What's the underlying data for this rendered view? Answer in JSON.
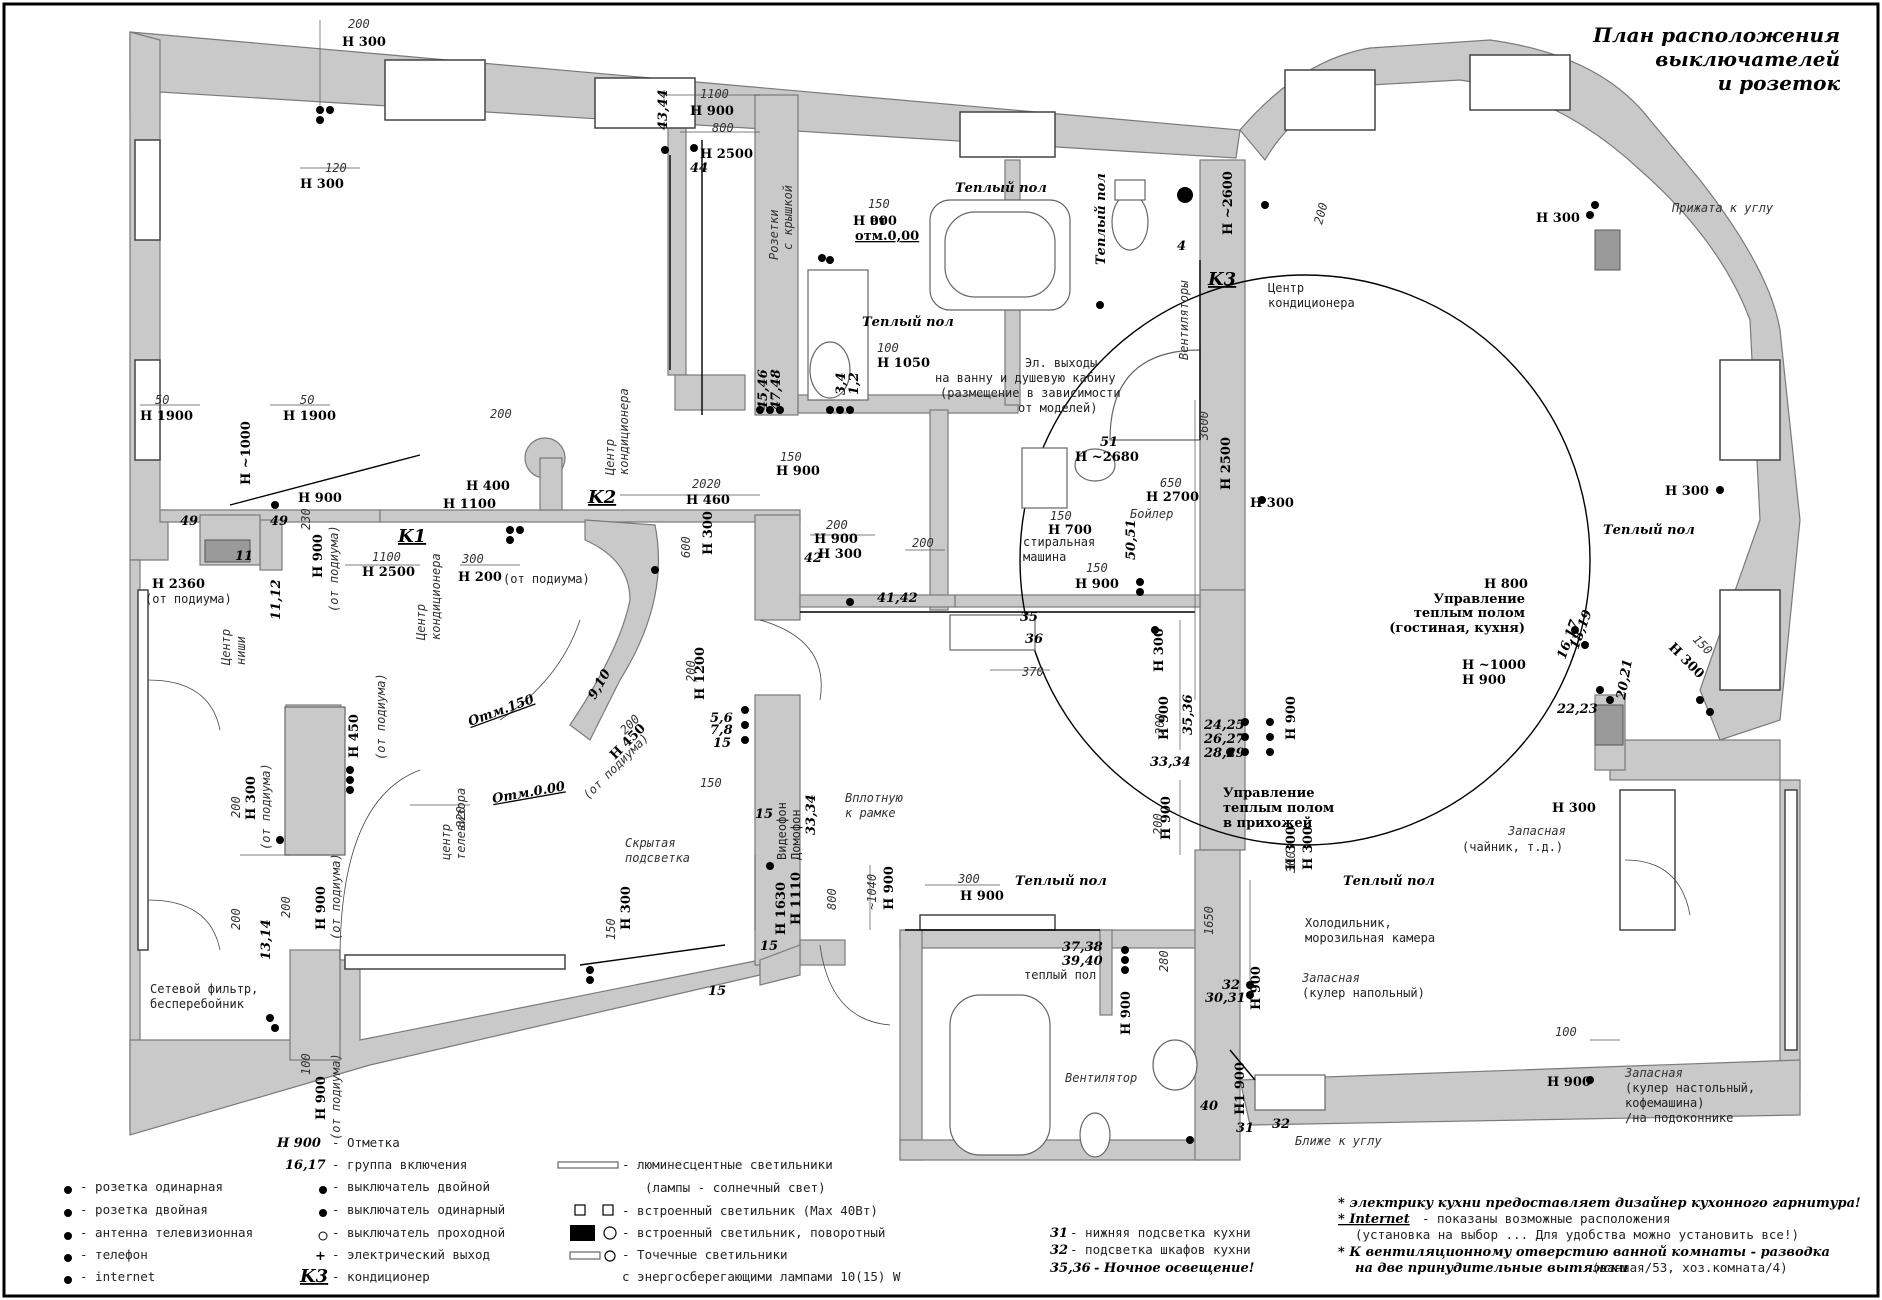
{
  "title": [
    "План расположения",
    "выключателей",
    "и розеток"
  ],
  "keys": {
    "k1": "K1",
    "k2": "K2",
    "k3": "K3"
  },
  "rooms": {
    "warm_floor_bath": "Теплый пол",
    "warm_floor_side": "Теплый пол",
    "warm_floor_small": "Теплый пол",
    "warm_floor_living": "Теплый пол",
    "warm_floor_wc": "Теплый пол",
    "warm_floor_kitchen": "Теплый пол"
  },
  "heights": {
    "h300_top": "H 300",
    "h300_topb": "H 300",
    "h900_top": "H 900",
    "h2500_top": "H 2500",
    "h1900_l": "H 1900",
    "h1900_r": "H 1900",
    "h1000": "H ~1000",
    "h900_l": "H 900",
    "h400": "H 400",
    "h1100": "H 1100",
    "h460": "H 460",
    "h2360": "H 2360",
    "h2500_k1": "H 2500",
    "h200": "H 200",
    "h900_wall": "H 900",
    "h300_c": "H 300",
    "h900_bath": "H 900",
    "h1050": "H 1050",
    "h2600": "H ~2600",
    "h900_mid": "H 900",
    "h2680": "H ~2680",
    "h2700": "H 2700",
    "h700": "H 700",
    "h900_wash": "H 900",
    "h300_c2": "H 300",
    "h900_c3": "H 900",
    "h300_col": "H 300",
    "h2500_col": "H 2500",
    "h300_col2": "H 300",
    "h1200": "H 1200",
    "h450": "H 450",
    "h450b": "H 450",
    "h300_tv": "H 300",
    "h900_bl": "H 900",
    "h900_bl2": "H 900",
    "h300_bot": "H 300",
    "h1630": "H 1630",
    "h1110": "H 1110",
    "h900_door": "H 900",
    "h900_hall": "H 900",
    "h900_hall2": "H 900",
    "h900_c4": "H 900",
    "h900_c5": "H 900",
    "h300_hall": "H 300",
    "h900_wc": "H 900",
    "h900_fr": "H 900",
    "h1900_wc": "H1 900",
    "h300_k1": "H 300",
    "h300_k2": "H 300",
    "h800_k": "H 800",
    "h1000_k": "H ~1000",
    "h900_k": "H 900",
    "h300_k3": "H 300",
    "h300_k4": "H 300",
    "h900_k5": "H 900",
    "h300_fr": "H 300"
  },
  "dims": {
    "d200a": "200",
    "d120": "120",
    "d1100": "1100",
    "d800": "800",
    "d150a": "150",
    "d100a": "100",
    "d50a": "50",
    "d50b": "50",
    "d200b": "200",
    "d2020": "2020",
    "d230": "230",
    "d1100b": "1100",
    "d300a": "300",
    "d600": "600",
    "d200c": "200",
    "d200d": "200",
    "d150b": "150",
    "d150c": "150",
    "d650": "650",
    "d150d": "150",
    "d370": "370",
    "d200e": "200",
    "d3600": "3600",
    "d200f": "200",
    "d200g": "200",
    "d200h": "200",
    "d200i": "200",
    "d150e": "150",
    "d820": "820",
    "d200j": "200",
    "d150f": "150",
    "d800b": "800",
    "d1040": "~1040",
    "d300b": "300",
    "d200k": "200",
    "d1650": "1650",
    "d280": "280",
    "d300c": "300",
    "d100b": "100",
    "d150g": "150",
    "d200l": "200",
    "d100c": "100"
  },
  "circuits": {
    "c4344": "43,44",
    "c44": "44",
    "c4546": "45,46",
    "c4748": "47,48",
    "c34": "3,4",
    "c12": "1,2",
    "c4": "4",
    "c49a": "49",
    "c49b": "49",
    "c11": "11",
    "c1112": "11,12",
    "c42": "42",
    "c4142": "41,42",
    "c51": "51",
    "c5051": "50,51",
    "c35": "35",
    "c36": "36",
    "c910": "9,10",
    "c56": "5,6",
    "c78": "7,8",
    "c15a": "15",
    "c15b": "15",
    "c15c": "15",
    "c15d": "15",
    "c3334a": "33,34",
    "c3536": "35,36",
    "c2425": "24,25",
    "c2627": "26,27",
    "c2829": "28,29",
    "c3334b": "33,34",
    "c1314": "13,14",
    "c3738": "37,38",
    "c3940": "39,40",
    "c32": "32",
    "c3031": "30,31",
    "c40": "40",
    "c31": "31",
    "c32b": "32",
    "c1819": "18,19",
    "c1617": "16,17",
    "c2021": "20,21",
    "c2223": "22,23"
  },
  "notes": {
    "otm0": "отм.0,00",
    "ot": "от",
    "sockets_lid": [
      "Розетки",
      "с крышкой"
    ],
    "el_outputs": [
      "Эл. выходы",
      "на ванну и душевую кабину",
      "(размещение в зависимости",
      "от моделей)"
    ],
    "ventilators": "Вентиляторы",
    "ac_center": [
      "Центр",
      "кондиционера"
    ],
    "ac_center2": [
      "Центр",
      "кондиционера"
    ],
    "ac_center3": [
      "Центр",
      "кондиционера"
    ],
    "pressed_corner": "Прижата к углу",
    "boiler": "Бойлер",
    "wash_machine": [
      "стиральная",
      "машина"
    ],
    "from_podium1": "(от подиума)",
    "from_podium2": "(от подиума)",
    "from_podium3": "(от подиума)",
    "from_podium4": "(от подиума)",
    "from_podium5": "(от подиума)",
    "from_podium6": "(от подиума)",
    "from_podium7": "(от подиума)",
    "from_podium8": "(от подиума)",
    "niche_center": [
      "Центр",
      "ниши"
    ],
    "tv_center": [
      "центр",
      "телевизора"
    ],
    "otm150": "Отм.150",
    "otm000": "Отм.0.00",
    "hidden_light": [
      "Скрытая",
      "подсветка"
    ],
    "close_frame": [
      "Вплотную",
      "к рамке"
    ],
    "videophone": "Видеофон",
    "intercom": "Домофон",
    "floor_ctrl_hall": [
      "Управление",
      "теплым полом",
      "в прихожей"
    ],
    "floor_ctrl_living": [
      "Управление",
      "теплым полом",
      "(гостиная, кухня)"
    ],
    "fridge": [
      "Холодильник,",
      "морозильная камера"
    ],
    "spare_cooler": [
      "Запасная",
      "(кулер напольный)"
    ],
    "spare_kettle": [
      "Запасная",
      "(чайник, т.д.)"
    ],
    "spare_machine": [
      "Запасная",
      "(кулер настольный,",
      "кофемашина)",
      "/на подоконнике"
    ],
    "net_filter": [
      "Сетевой фильтр,",
      "бесперебойник"
    ],
    "warm_floor_low": "теплый пол",
    "fan": "Вентилятор",
    "closer_corner": "Ближе к углу"
  },
  "legend": {
    "left": [
      {
        "sym": "socket-single",
        "text": "- розетка одинарная"
      },
      {
        "sym": "socket-double",
        "text": "- розетка двойная"
      },
      {
        "sym": "antenna",
        "text": "- антенна телевизионная"
      },
      {
        "sym": "phone",
        "text": "- телефон"
      },
      {
        "sym": "internet",
        "text": "- internet"
      }
    ],
    "mid": [
      {
        "key": "H 900",
        "text": "- Отметка"
      },
      {
        "key": "16,17",
        "text": "- группа включения"
      },
      {
        "key": "",
        "text": "- выключатель двойной"
      },
      {
        "key": "",
        "text": "- выключатель одинарный"
      },
      {
        "key": "",
        "text": "- выключатель проходной"
      },
      {
        "key": "+",
        "text": "- электрический выход"
      },
      {
        "key": "K3",
        "text": "- кондиционер"
      }
    ],
    "right": [
      "- люминесцентные светильники",
      "(лампы - солнечный свет)",
      "- встроенный светильник (Max 40Вт)",
      "- встроенный светильник, поворотный",
      "- Точечные светильники",
      "с энергосберегающими лампами 10(15) W"
    ],
    "kitchen": [
      {
        "key": "31",
        "text": "- нижняя подсветка кухни"
      },
      {
        "key": "32",
        "text": "- подсветка шкафов кухни"
      },
      {
        "key": "35,36",
        "text": "- Ночное освещение!"
      }
    ],
    "notes": [
      "* электрику кухни предоставляет дизайнер кухонного гарнитура!",
      "* Internet",
      "- показаны возможные расположения",
      "(установка на выбор ... Для удобства можно установить все!)",
      "* К вентиляционному отверстию ванной комнаты - разводка",
      "на две принудительные вытяжки",
      "(ванная/53, хоз.комната/4)"
    ]
  }
}
